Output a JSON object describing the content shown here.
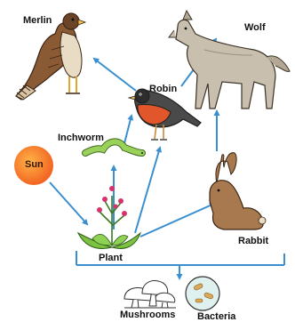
{
  "diagram": {
    "organisms": {
      "merlin": "Merlin",
      "wolf": "Wolf",
      "robin": "Robin",
      "inchworm": "Inchworm",
      "sun": "Sun",
      "rabbit": "Rabbit",
      "plant": "Plant",
      "mushrooms": "Mushrooms",
      "bacteria": "Bacteria"
    },
    "colors": {
      "arrow": "#3a8fd0",
      "sun": "#f26522",
      "plant_leaf": "#7cc142",
      "flower": "#d6336c"
    },
    "icons": [
      "merlin-bird-icon",
      "wolf-icon",
      "robin-icon",
      "inchworm-icon",
      "sun-icon",
      "rabbit-icon",
      "plant-icon",
      "mushrooms-icon",
      "bacteria-icon"
    ]
  }
}
